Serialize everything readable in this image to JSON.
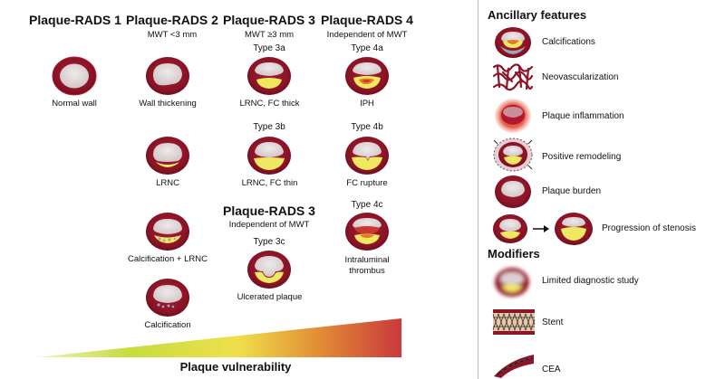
{
  "columns": {
    "rads1": {
      "title": "Plaque-RADS 1",
      "subtitle": ""
    },
    "rads2": {
      "title": "Plaque-RADS 2",
      "subtitle": "MWT <3 mm"
    },
    "rads3": {
      "title": "Plaque-RADS 3",
      "subtitle": "MWT ≥3 mm"
    },
    "rads4": {
      "title": "Plaque-RADS 4",
      "subtitle": "Independent of MWT"
    }
  },
  "rads3_lower": {
    "title": "Plaque-RADS 3",
    "subtitle": "Independent of MWT"
  },
  "vessels": {
    "normal_wall": "Normal wall",
    "wall_thickening": "Wall thickening",
    "lrnc": "LRNC",
    "calcification_lrnc": "Calcification + LRNC",
    "calcification": "Calcification",
    "type3a": {
      "type": "Type 3a",
      "label": "LRNC, FC thick"
    },
    "type3b": {
      "type": "Type 3b",
      "label": "LRNC, FC thin"
    },
    "type3c": {
      "type": "Type 3c",
      "label": "Ulcerated plaque"
    },
    "type4a": {
      "type": "Type 4a",
      "label": "IPH"
    },
    "type4b": {
      "type": "Type 4b",
      "label": "FC rupture"
    },
    "type4c": {
      "type": "Type 4c",
      "label_line1": "Intraluminal",
      "label_line2": "thrombus"
    }
  },
  "vulnerability": {
    "label": "Plaque vulnerability",
    "gradient": [
      "#f2f3c0",
      "#c6dc3f",
      "#efe04a",
      "#e28a35",
      "#c8393c"
    ]
  },
  "ancillary": {
    "title": "Ancillary features",
    "items": [
      {
        "label": "Calcifications",
        "icon": "calcifications-icon"
      },
      {
        "label": "Neovascularization",
        "icon": "neovascularization-icon"
      },
      {
        "label": "Plaque inflammation",
        "icon": "plaque-inflammation-icon"
      },
      {
        "label": "Positive remodeling",
        "icon": "positive-remodeling-icon"
      },
      {
        "label": "Plaque burden",
        "icon": "plaque-burden-icon"
      },
      {
        "label": "Progression of stenosis",
        "icon": "progression-of-stenosis-icon"
      }
    ]
  },
  "modifiers": {
    "title": "Modifiers",
    "items": [
      {
        "label": "Limited diagnostic study",
        "icon": "blurred-vessel-icon"
      },
      {
        "label": "Stent",
        "icon": "stent-icon"
      },
      {
        "label": "CEA",
        "icon": "cea-icon"
      }
    ]
  },
  "colors": {
    "wall": "#8e1428",
    "wall_outer": "#b8223a",
    "lumen": "#ddd4d6",
    "lrnc": "#f0e860",
    "calcium": "#9aa6b4",
    "hemorrhage": "#e37a2c",
    "thrombus": "#c8392f"
  }
}
